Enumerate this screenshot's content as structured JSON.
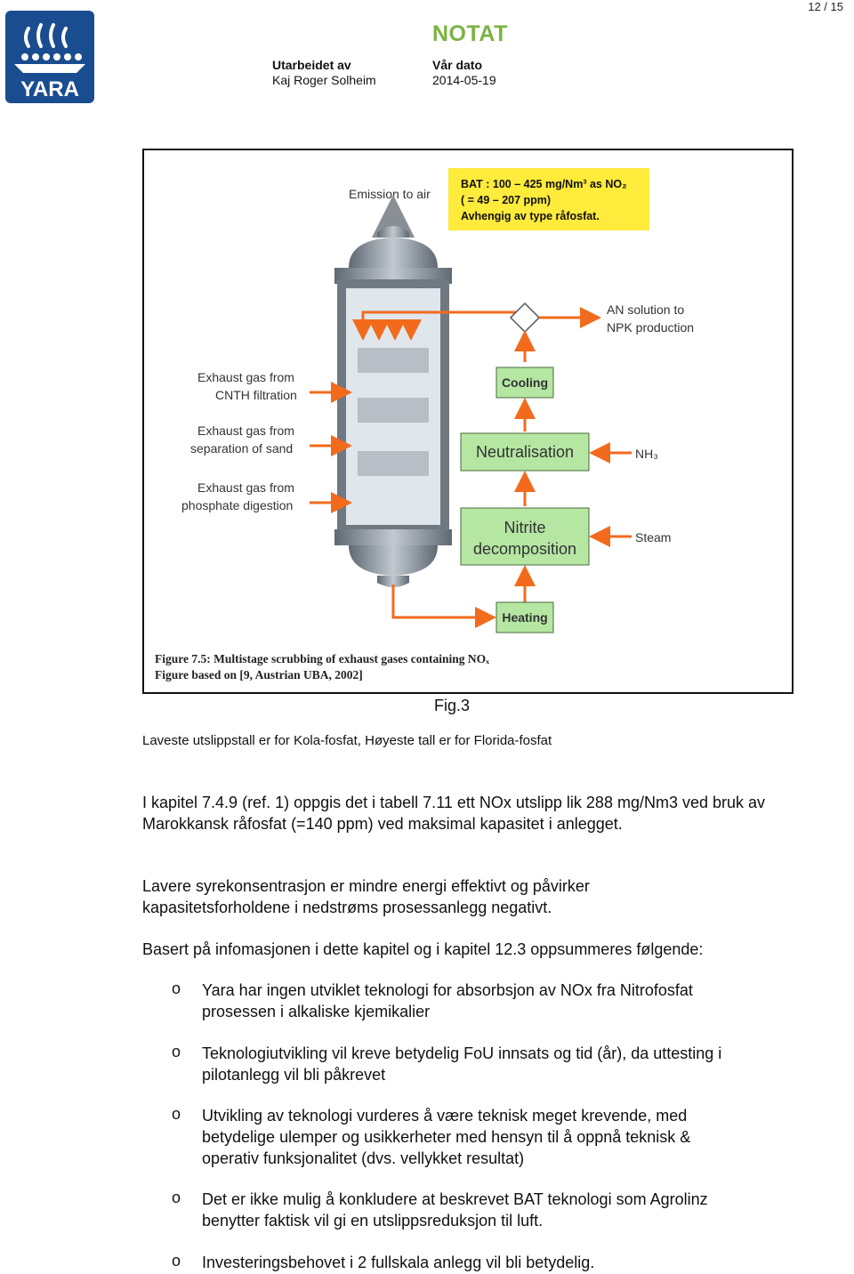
{
  "header": {
    "page_number": "12 / 15",
    "logo_text": "YARA",
    "doc_type": "NOTAT",
    "prepared_by_label": "Utarbeidet av",
    "prepared_by_value": "Kaj Roger Solheim",
    "date_label": "Vår dato",
    "date_value": "2014-05-19"
  },
  "figure": {
    "bat_box": [
      "BAT : 100 – 425 mg/Nm³ as NO₂",
      "( = 49 – 207 ppm)",
      "Avhengig av type råfosfat."
    ],
    "emission": "Emission to air",
    "an_solution": [
      "AN solution to",
      "NPK production"
    ],
    "exhaust_cnth": [
      "Exhaust gas from",
      "CNTH filtration"
    ],
    "exhaust_sand": [
      "Exhaust gas from",
      "separation of sand"
    ],
    "exhaust_phosphate": [
      "Exhaust gas from",
      "phosphate digestion"
    ],
    "cooling": "Cooling",
    "neutralisation": "Neutralisation",
    "nh3": "NH₃",
    "nitrite": [
      "Nitrite",
      "decomposition"
    ],
    "steam": "Steam",
    "heating": "Heating",
    "caption_line1": "Figure 7.5: Multistage scrubbing of exhaust gases containing NOₓ",
    "caption_line2": "Figure based on [9, Austrian UBA, 2002]",
    "colors": {
      "green": "#b5e6a2",
      "yellow": "#ffeb3b",
      "orange": "#f26b1d",
      "steel": "#7e8a96"
    }
  },
  "fig_label": "Fig.3",
  "note": "Laveste utslippstall er for Kola-fosfat, Høyeste tall er for Florida-fosfat",
  "paragraphs": [
    [
      "I kapitel 7.4.9 (ref. 1) oppgis det i tabell 7.11 ett NOx utslipp lik 288 mg/Nm3 ved bruk av",
      "Marokkansk råfosfat (=140 ppm) ved maksimal kapasitet i anlegget."
    ],
    [
      "Lavere syrekonsentrasjon er mindre energi effektivt og påvirker",
      "kapasitetsforholdene i nedstrøms prosessanlegg negativt."
    ],
    [
      "Basert på infomasjonen i dette kapitel og i kapitel 12.3 oppsummeres følgende:"
    ]
  ],
  "bullet_marker": "o",
  "bullets": [
    [
      "Yara har ingen utviklet teknologi for absorbsjon av NOx fra Nitrofosfat",
      "prosessen i alkaliske kjemikalier"
    ],
    [
      "Teknologiutvikling vil kreve betydelig FoU innsats og tid (år), da uttesting i",
      "pilotanlegg vil bli påkrevet"
    ],
    [
      "Utvikling av teknologi  vurderes å være teknisk meget krevende, med",
      "betydelige ulemper og usikkerheter med hensyn til å oppnå teknisk &",
      "operativ funksjonalitet (dvs. vellykket resultat)"
    ],
    [
      "Det er ikke mulig å konkludere at beskrevet BAT teknologi som Agrolinz",
      "benytter faktisk vil gi en utslippsreduksjon til luft."
    ],
    [
      "Investeringsbehovet i 2 fullskala anlegg vil bli betydelig."
    ]
  ]
}
